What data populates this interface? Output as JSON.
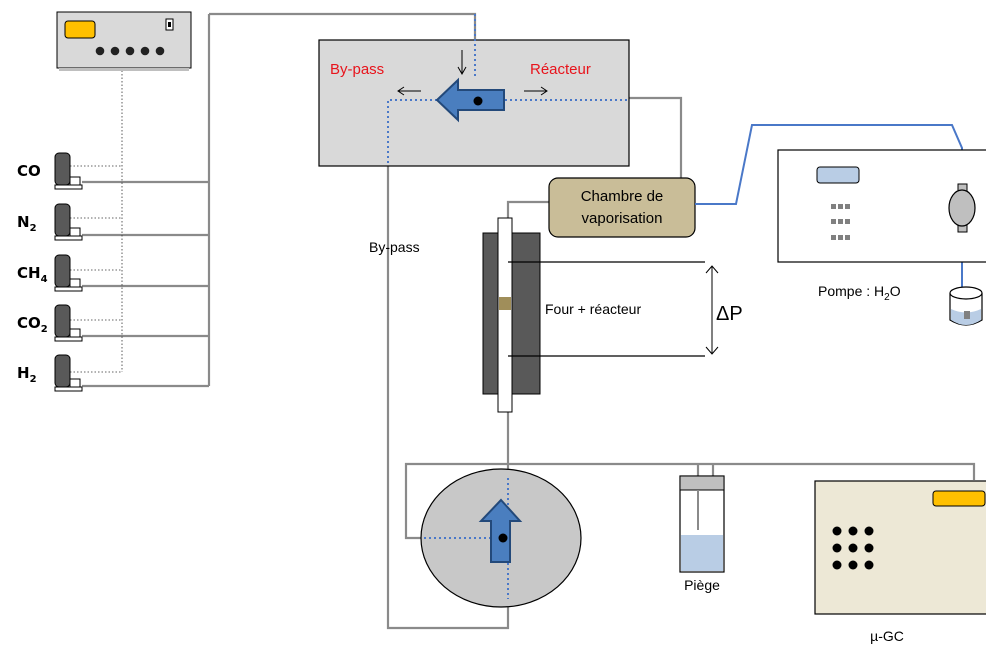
{
  "gases": [
    {
      "base": "CO",
      "sub": ""
    },
    {
      "base": "N",
      "sub": "2"
    },
    {
      "base": "CH",
      "sub": "4"
    },
    {
      "base": "CO",
      "sub": "2"
    },
    {
      "base": "H",
      "sub": "2"
    }
  ],
  "valve_box": {
    "left_label": "By-pass",
    "right_label": "Réacteur"
  },
  "bypass_label": "By-pass",
  "vaporisation": {
    "line1": "Chambre de",
    "line2": "vaporisation"
  },
  "furnace_label": "Four + réacteur",
  "pressure_label": "ΔP",
  "pump_label": {
    "prefix": "Pompe : H",
    "sub": "2",
    "suffix": "O"
  },
  "trap_label": "Piège",
  "gc_label": "µ-GC",
  "colors": {
    "pipe": "#8a8a8a",
    "water_line": "#4a78c8",
    "arrow_fill": "#4a7ebf",
    "arrow_stroke": "#23497a",
    "valve_box_fill": "#d9d9d9",
    "vaporisation_fill": "#c9bd98",
    "furnace_fill": "#595959",
    "gc_fill": "#ede8d6",
    "display_orange": "#ffc000",
    "label_red": "#e8141c",
    "catalyst": "#a08e5a"
  }
}
